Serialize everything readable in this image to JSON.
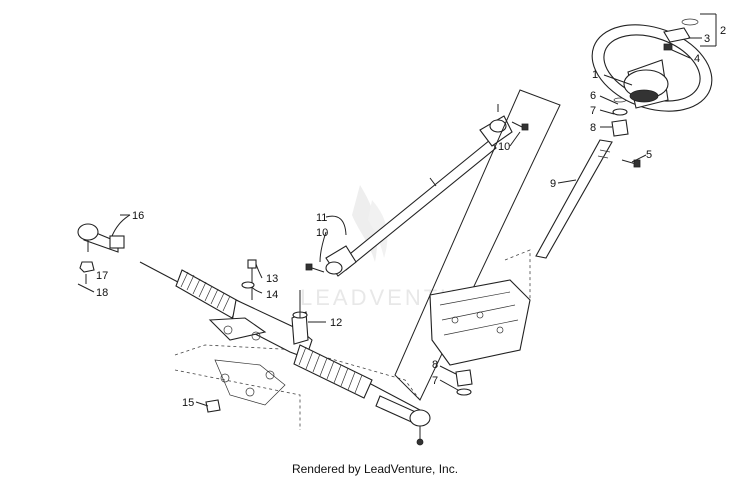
{
  "footer": "Rendered by LeadVenture, Inc.",
  "watermark": "LEADVENTURE",
  "callouts": {
    "c1": "1",
    "c2": "2",
    "c3": "3",
    "c4": "4",
    "c5": "5",
    "c6": "6",
    "c7a": "7",
    "c7b": "7",
    "c8a": "8",
    "c8b": "8",
    "c9": "9",
    "c10a": "10",
    "c10b": "10",
    "c11": "11",
    "c12": "12",
    "c13": "13",
    "c14": "14",
    "c15": "15",
    "c16": "16",
    "c17": "17",
    "c18": "18"
  }
}
